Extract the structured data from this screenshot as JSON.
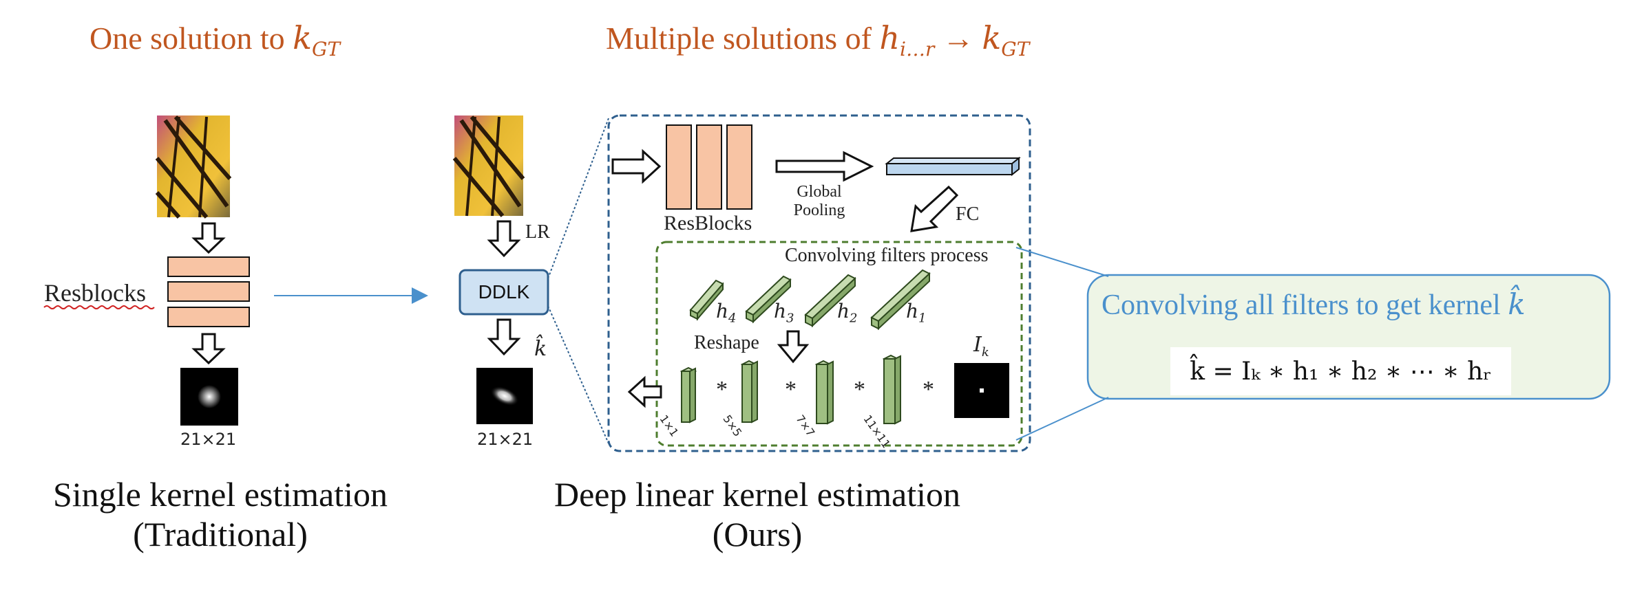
{
  "titles": {
    "left_prefix": "One solution to ",
    "left_math": "k",
    "left_sub": "GT",
    "right_prefix": "Multiple solutions of  ",
    "right_math_h": "h",
    "right_sub_range": "i…r",
    "right_arrow": " → ",
    "right_math_k": "k",
    "right_sub_gt": "GT"
  },
  "left_panel": {
    "resblocks_label": "Resblocks",
    "kernel_size": "21×21",
    "caption_line1": "Single kernel estimation",
    "caption_line2": "(Traditional)"
  },
  "right_panel": {
    "lr_label": "LR",
    "ddlk_label": "DDLK",
    "khat_label": "k̂",
    "kernel_size": "21×21",
    "resblocks_label": "ResBlocks",
    "global_pooling_line1": "Global",
    "global_pooling_line2": "Pooling",
    "fc_label": "FC",
    "convolving_process_label": "Convolving filters process",
    "filters": [
      "h4",
      "h3",
      "h2",
      "h1"
    ],
    "filter_sizes": [
      "1×1",
      "5×5",
      "7×7",
      "11×11"
    ],
    "reshape_label": "Reshape",
    "ik_label": "I",
    "ik_sub": "k",
    "star": "*",
    "caption_line1": "Deep linear kernel estimation",
    "caption_line2": "(Ours)"
  },
  "callout": {
    "title": "Convolving all filters to get kernel ",
    "title_math": "k̂",
    "equation": "k̂ = Iₖ ∗ h₁ ∗ h₂ ∗ ⋯ ∗ hᵣ"
  },
  "colors": {
    "orange_title": "#c0561f",
    "resblock_fill": "#f8c4a4",
    "fc_fill": "#bcd6ee",
    "ddlk_fill": "#cfe2f3",
    "filter_fill": "#9fbf82",
    "callout_fill": "#eef5e6",
    "callout_stroke": "#4a90cc",
    "outer_dash": "#2e5f8e",
    "inner_dash": "#4e7d2e"
  }
}
